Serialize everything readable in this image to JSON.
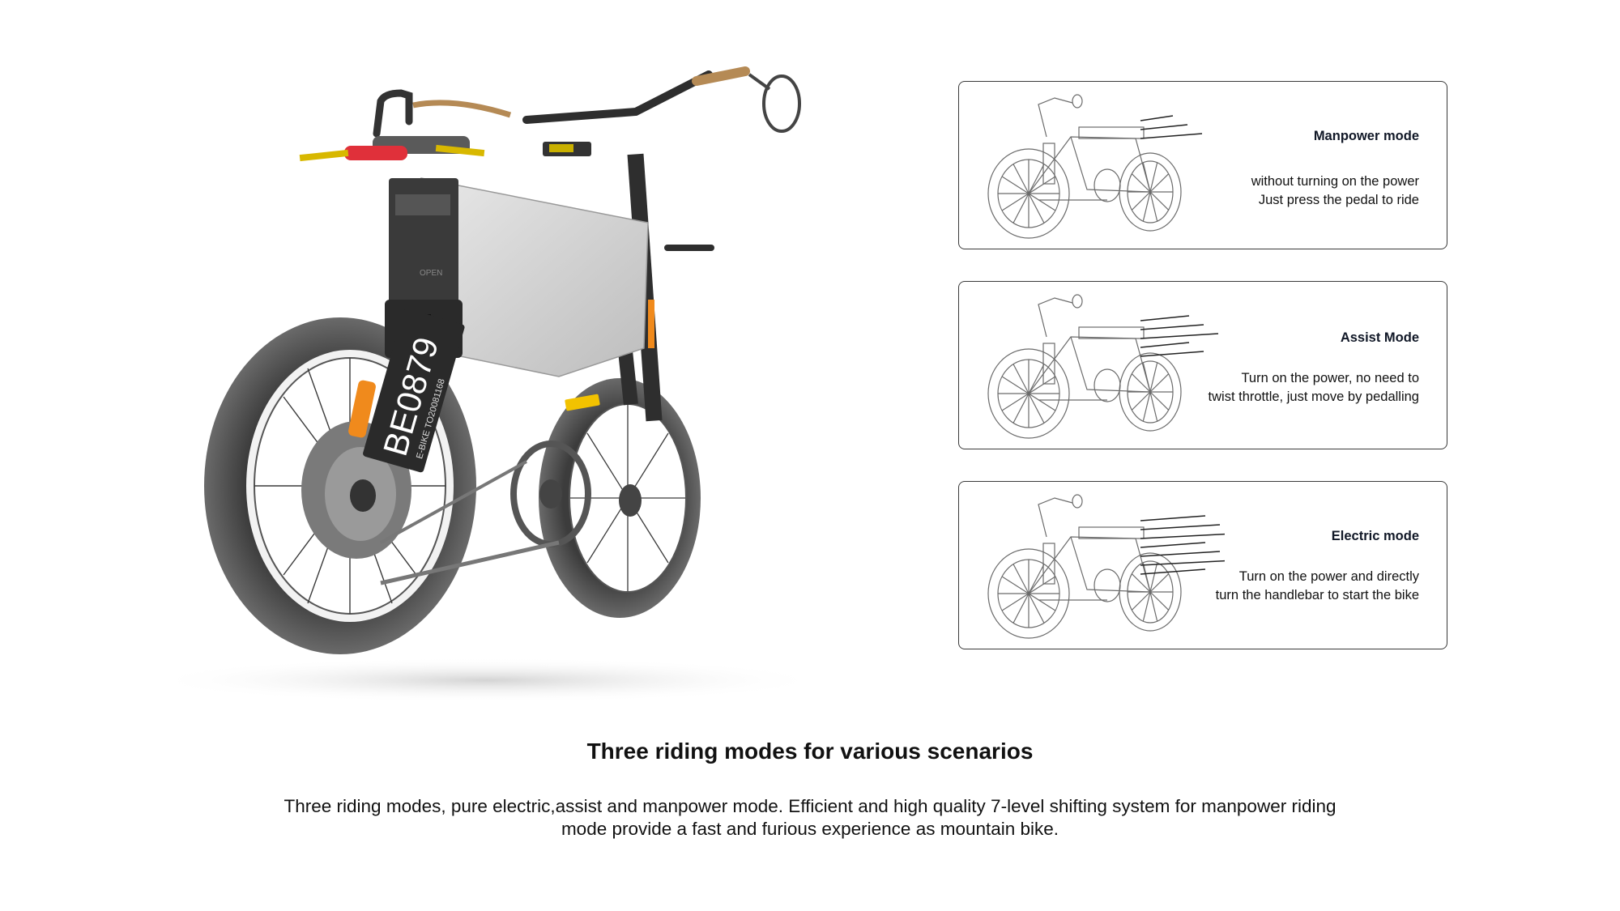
{
  "modes": [
    {
      "title": "Manpower mode",
      "line1": "without turning on the power",
      "line2": "Just press the pedal to ride",
      "speed_lines": 3
    },
    {
      "title": "Assist Mode",
      "line1": "Turn on the power, no need to",
      "line2": "twist throttle, just move by pedalling",
      "speed_lines": 5
    },
    {
      "title": "Electric mode",
      "line1": "Turn on the power and directly",
      "line2": "turn the handlebar to start the bike",
      "speed_lines": 7
    }
  ],
  "section": {
    "title": "Three riding modes for various scenarios",
    "body_line1": "Three riding modes, pure electric,assist and manpower mode.  Efficient and high quality 7-level shifting system for manpower riding",
    "body_line2": "mode provide a fast and furious experience as mountain  bike."
  },
  "bike": {
    "plate_number": "BE0879",
    "plate_subtext": "E-BIKE TO20081168",
    "battery_label": "OPEN"
  },
  "colors": {
    "tire": "#4a4a4a",
    "frame": "#d6d6d6",
    "dark_frame": "#2e2e2e",
    "tail_light": "#e0303a",
    "reflector": "#f08a1c",
    "pedal": "#f2c200",
    "wood_grip": "#b58a55"
  }
}
